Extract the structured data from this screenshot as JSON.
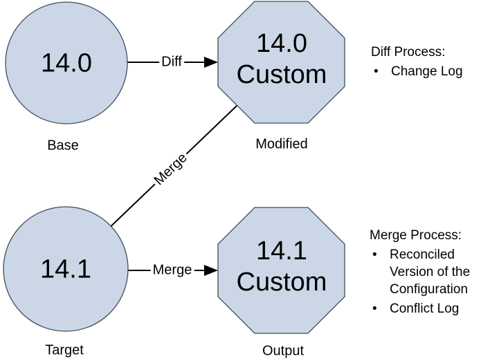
{
  "diagram": {
    "nodes": {
      "base": {
        "value": "14.0",
        "caption": "Base"
      },
      "modified": {
        "value_line1": "14.0",
        "value_line2": "Custom",
        "caption": "Modified"
      },
      "target": {
        "value": "14.1",
        "caption": "Target"
      },
      "output": {
        "value_line1": "14.1",
        "value_line2": "Custom",
        "caption": "Output"
      }
    },
    "edges": {
      "diff": {
        "label": "Diff"
      },
      "merge_diagonal": {
        "label": "Merge"
      },
      "merge_horizontal": {
        "label": "Merge"
      }
    },
    "annotations": {
      "diff_process": {
        "title": "Diff Process:",
        "bullets": [
          "Change Log"
        ]
      },
      "merge_process": {
        "title": "Merge Process:",
        "bullets": [
          "Reconciled Version of the Configuration",
          "Conflict Log"
        ]
      }
    },
    "colors": {
      "shape_fill": "#cbd7e6",
      "shape_border": "#3f4c5c",
      "connector": "#000000",
      "text": "#000000",
      "background": "#ffffff"
    }
  }
}
